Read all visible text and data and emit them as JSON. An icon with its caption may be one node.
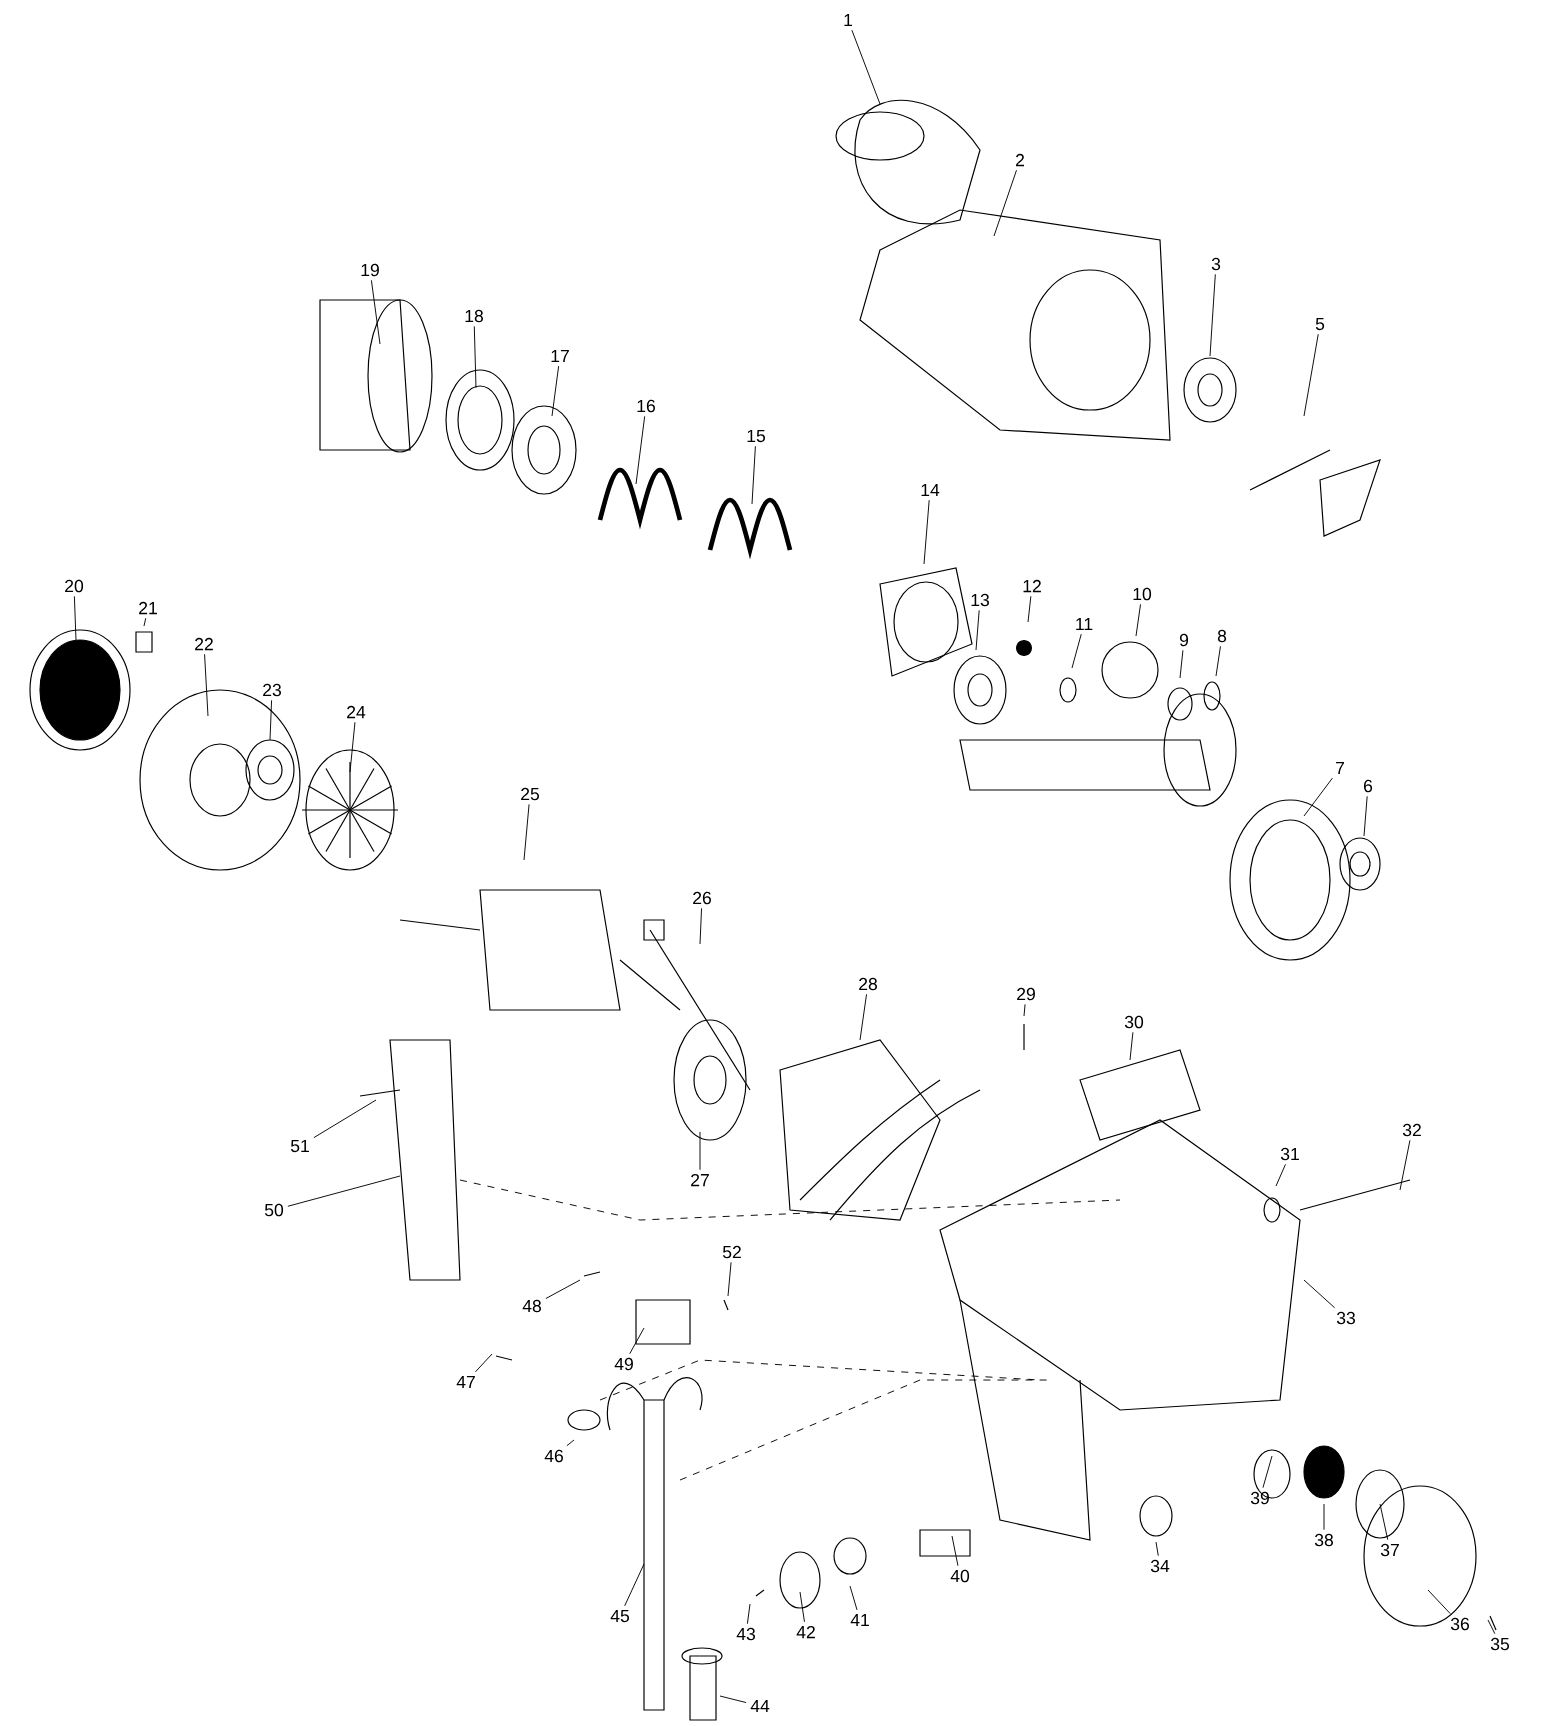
{
  "diagram": {
    "nodes": [
      {
        "text": [
          "1"
        ]
      },
      {
        "text": [
          "2"
        ]
      },
      {
        "text": [
          "3"
        ]
      },
      {
        "text": [
          "5"
        ]
      },
      {
        "text": [
          "6"
        ]
      },
      {
        "text": [
          "7"
        ]
      },
      {
        "text": [
          "8"
        ]
      },
      {
        "text": [
          "9"
        ]
      },
      {
        "text": [
          "10"
        ]
      },
      {
        "text": [
          "11"
        ]
      },
      {
        "text": [
          "12"
        ]
      },
      {
        "text": [
          "13"
        ]
      },
      {
        "text": [
          "14"
        ]
      },
      {
        "text": [
          "15"
        ]
      },
      {
        "text": [
          "16"
        ]
      },
      {
        "text": [
          "17"
        ]
      },
      {
        "text": [
          "18"
        ]
      },
      {
        "text": [
          "19"
        ]
      },
      {
        "text": [
          "20"
        ]
      },
      {
        "text": [
          "21"
        ]
      },
      {
        "text": [
          "22"
        ]
      },
      {
        "text": [
          "23"
        ]
      },
      {
        "text": [
          "24"
        ]
      },
      {
        "text": [
          "25"
        ]
      },
      {
        "text": [
          "26"
        ]
      },
      {
        "text": [
          "27"
        ]
      },
      {
        "text": [
          "28"
        ]
      },
      {
        "text": [
          "29"
        ]
      },
      {
        "text": [
          "30"
        ]
      },
      {
        "text": [
          "31"
        ]
      },
      {
        "text": [
          "32"
        ]
      },
      {
        "text": [
          "33"
        ]
      },
      {
        "text": [
          "34"
        ]
      },
      {
        "text": [
          "35"
        ]
      },
      {
        "text": [
          "36"
        ]
      },
      {
        "text": [
          "37"
        ]
      },
      {
        "text": [
          "38"
        ]
      },
      {
        "text": [
          "39"
        ]
      },
      {
        "text": [
          "40"
        ]
      },
      {
        "text": [
          "41"
        ]
      },
      {
        "text": [
          "42"
        ]
      },
      {
        "text": [
          "43"
        ]
      },
      {
        "text": [
          "44"
        ]
      },
      {
        "text": [
          "45"
        ]
      },
      {
        "text": [
          "46"
        ]
      },
      {
        "text": [
          "47"
        ]
      },
      {
        "text": [
          "48"
        ]
      },
      {
        "text": [
          "49"
        ]
      },
      {
        "text": [
          "50"
        ]
      },
      {
        "text": [
          "51"
        ]
      },
      {
        "text": [
          "52"
        ]
      }
    ],
    "edges": [
      {
        "from": 0,
        "to": null,
        "arrow": "none"
      },
      {
        "from": 1,
        "to": null,
        "arrow": "none"
      },
      {
        "from": 2,
        "to": null,
        "arrow": "none"
      },
      {
        "from": 3,
        "to": null,
        "arrow": "none"
      },
      {
        "from": 4,
        "to": null,
        "arrow": "none"
      },
      {
        "from": 5,
        "to": null,
        "arrow": "none"
      },
      {
        "from": 6,
        "to": null,
        "arrow": "none"
      },
      {
        "from": 7,
        "to": null,
        "arrow": "none"
      },
      {
        "from": 8,
        "to": null,
        "arrow": "none"
      },
      {
        "from": 9,
        "to": null,
        "arrow": "none"
      },
      {
        "from": 10,
        "to": null,
        "arrow": "none"
      },
      {
        "from": 11,
        "to": null,
        "arrow": "none"
      },
      {
        "from": 12,
        "to": null,
        "arrow": "none"
      },
      {
        "from": 13,
        "to": null,
        "arrow": "none"
      },
      {
        "from": 14,
        "to": null,
        "arrow": "none"
      },
      {
        "from": 15,
        "to": null,
        "arrow": "none"
      },
      {
        "from": 16,
        "to": null,
        "arrow": "none"
      },
      {
        "from": 17,
        "to": null,
        "arrow": "none"
      },
      {
        "from": 18,
        "to": null,
        "arrow": "none"
      },
      {
        "from": 19,
        "to": null,
        "arrow": "none"
      },
      {
        "from": 20,
        "to": null,
        "arrow": "none"
      },
      {
        "from": 21,
        "to": null,
        "arrow": "none"
      },
      {
        "from": 22,
        "to": null,
        "arrow": "none"
      },
      {
        "from": 23,
        "to": null,
        "arrow": "none"
      },
      {
        "from": 24,
        "to": null,
        "arrow": "none"
      },
      {
        "from": 25,
        "to": null,
        "arrow": "none"
      },
      {
        "from": 26,
        "to": null,
        "arrow": "none"
      },
      {
        "from": 27,
        "to": null,
        "arrow": "none"
      },
      {
        "from": 28,
        "to": null,
        "arrow": "none"
      },
      {
        "from": 29,
        "to": null,
        "arrow": "none"
      },
      {
        "from": 30,
        "to": null,
        "arrow": "none"
      },
      {
        "from": 31,
        "to": null,
        "arrow": "none"
      },
      {
        "from": 32,
        "to": null,
        "arrow": "none"
      },
      {
        "from": 33,
        "to": null,
        "arrow": "none"
      },
      {
        "from": 34,
        "to": null,
        "arrow": "none"
      },
      {
        "from": 35,
        "to": null,
        "arrow": "none"
      },
      {
        "from": 36,
        "to": null,
        "arrow": "none"
      },
      {
        "from": 37,
        "to": null,
        "arrow": "none"
      },
      {
        "from": 38,
        "to": null,
        "arrow": "none"
      },
      {
        "from": 39,
        "to": null,
        "arrow": "none"
      },
      {
        "from": 40,
        "to": null,
        "arrow": "none"
      },
      {
        "from": 41,
        "to": null,
        "arrow": "none"
      },
      {
        "from": 42,
        "to": null,
        "arrow": "none"
      },
      {
        "from": 43,
        "to": null,
        "arrow": "none"
      },
      {
        "from": 44,
        "to": null,
        "arrow": "none"
      },
      {
        "from": 45,
        "to": null,
        "arrow": "none"
      },
      {
        "from": 46,
        "to": null,
        "arrow": "none"
      },
      {
        "from": 47,
        "to": null,
        "arrow": "none"
      },
      {
        "from": 48,
        "to": null,
        "arrow": "none"
      },
      {
        "from": 49,
        "to": null,
        "arrow": "none"
      },
      {
        "from": 50,
        "to": null,
        "arrow": "none"
      }
    ]
  }
}
